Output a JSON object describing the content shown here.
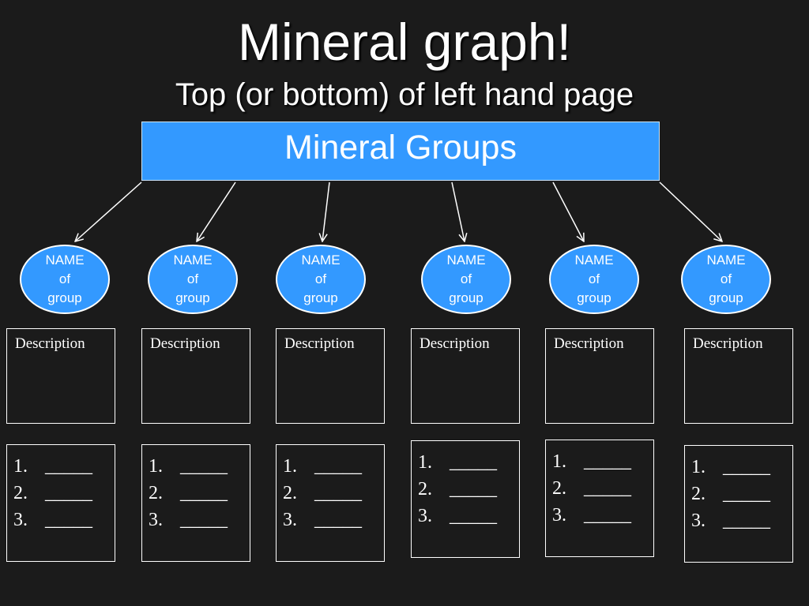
{
  "title": "Mineral graph!",
  "subtitle": "Top (or bottom) of left hand page",
  "header": "Mineral Groups",
  "groups": [
    {
      "line1": "NAME",
      "line2": "of",
      "line3": "group",
      "description": "Description",
      "items": [
        {
          "num": "1.",
          "text": "_____"
        },
        {
          "num": "2.",
          "text": "_____"
        },
        {
          "num": "3.",
          "text": "_____"
        }
      ]
    },
    {
      "line1": "NAME",
      "line2": "of",
      "line3": "group",
      "description": "Description",
      "items": [
        {
          "num": "1.",
          "text": "_____"
        },
        {
          "num": "2.",
          "text": "_____"
        },
        {
          "num": "3.",
          "text": "_____"
        }
      ]
    },
    {
      "line1": "NAME",
      "line2": "of",
      "line3": "group",
      "description": "Description",
      "items": [
        {
          "num": "1.",
          "text": "_____"
        },
        {
          "num": "2.",
          "text": "_____"
        },
        {
          "num": "3.",
          "text": "_____"
        }
      ]
    },
    {
      "line1": "NAME",
      "line2": "of",
      "line3": "group",
      "description": "Description",
      "items": [
        {
          "num": "1.",
          "text": "_____"
        },
        {
          "num": "2.",
          "text": "_____"
        },
        {
          "num": "3.",
          "text": "_____"
        }
      ]
    },
    {
      "line1": "NAME",
      "line2": "of",
      "line3": "group",
      "description": "Description",
      "items": [
        {
          "num": "1.",
          "text": "_____"
        },
        {
          "num": "2.",
          "text": "_____"
        },
        {
          "num": "3.",
          "text": "_____"
        }
      ]
    },
    {
      "line1": "NAME",
      "line2": "of",
      "line3": "group",
      "description": "Description",
      "items": [
        {
          "num": "1.",
          "text": "_____"
        },
        {
          "num": "2.",
          "text": "_____"
        },
        {
          "num": "3.",
          "text": "_____"
        }
      ]
    }
  ],
  "colors": {
    "background": "#1b1b1b",
    "accent": "#3399ff",
    "text": "#ffffff"
  }
}
